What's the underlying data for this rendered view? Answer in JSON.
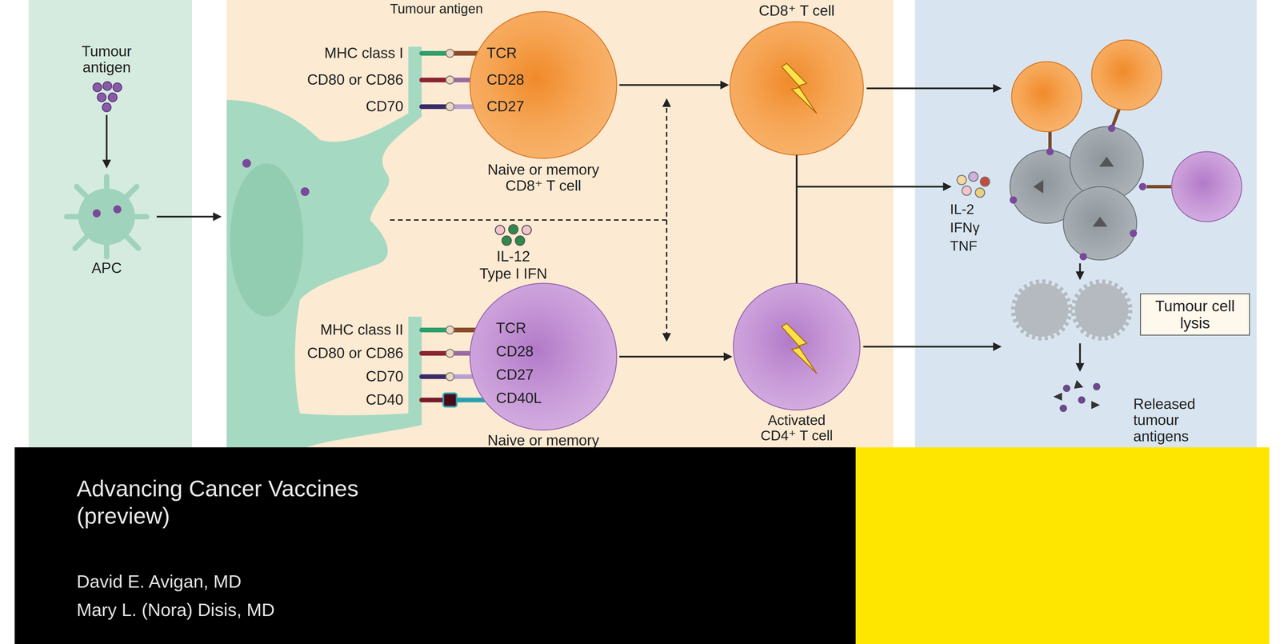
{
  "diagram": {
    "title": "Advancing Cancer Vaccines (preview)",
    "nodes": [
      {
        "text": [
          "APC"
        ]
      },
      {
        "text": [
          "TCR",
          "CD28",
          "CD27",
          "Naive or memory CD8⁺ T cell"
        ]
      },
      {
        "text": [
          "CD8⁺ T cell"
        ]
      },
      {
        "text": [
          "TCR",
          "CD28",
          "CD27",
          "CD40L",
          "Naive or memory"
        ]
      },
      {
        "text": [
          "Activated CD4⁺ T cell"
        ]
      },
      {
        "text": [
          "Tumour cell lysis"
        ]
      }
    ],
    "edges": [
      {
        "from": 1,
        "to": 2,
        "arrow": "to"
      },
      {
        "from": 3,
        "to": 4,
        "arrow": "to"
      }
    ],
    "labels": [
      "Tumour antigen",
      "Tumour antigen",
      "MHC class I",
      "CD80 or CD86",
      "CD70",
      "IL-12",
      "Type I IFN",
      "MHC class II",
      "CD80 or CD86",
      "CD70",
      "CD40",
      "IL-2",
      "IFNγ",
      "TNF",
      "Released tumour antigens",
      "David E. Avigan, MD",
      "Mary L. (Nora) Disis, MD"
    ]
  }
}
